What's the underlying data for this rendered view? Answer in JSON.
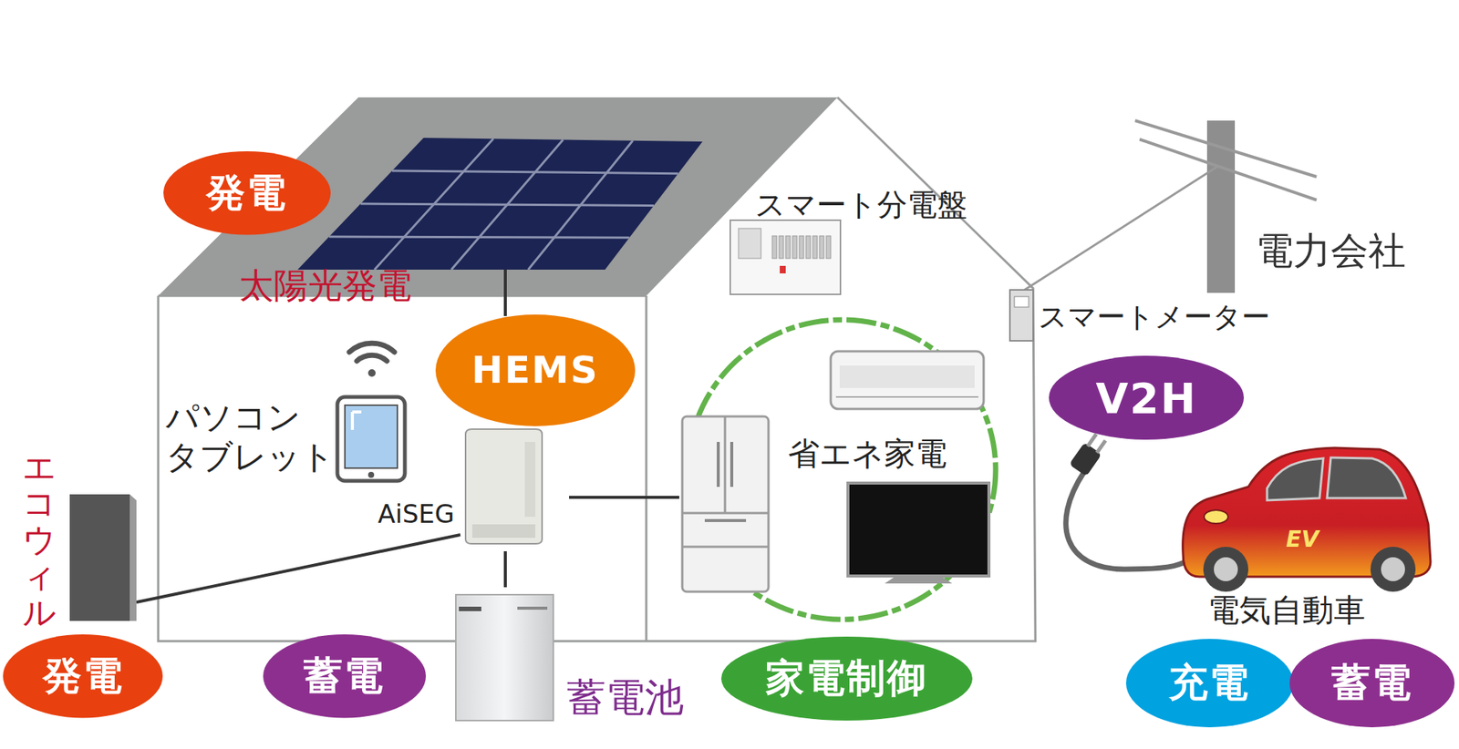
{
  "diagram": {
    "nodes": [
      {
        "text": [
          "発電"
        ]
      },
      {
        "text": [
          "HEMS"
        ]
      },
      {
        "text": [
          "V2H"
        ]
      },
      {
        "text": [
          "発電"
        ]
      },
      {
        "text": [
          "蓄電"
        ]
      },
      {
        "text": [
          "家電制御"
        ]
      },
      {
        "text": [
          "充電"
        ]
      },
      {
        "text": [
          "蓄電"
        ]
      }
    ],
    "labels": [
      "太陽光発電",
      "スマート分電盤",
      "電力会社",
      "スマートメーター",
      "パソコン タブレット",
      "AiSEG",
      "省エネ家電",
      "エコウィル",
      "蓄電池",
      "電気自動車",
      "EV"
    ]
  }
}
